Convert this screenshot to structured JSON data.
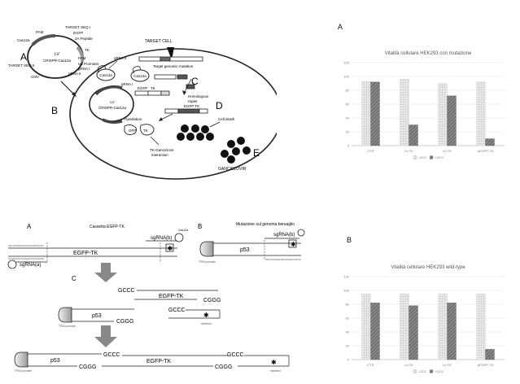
{
  "figure1": {
    "panel_letters": [
      "A",
      "B",
      "C",
      "D",
      "E"
    ],
    "vector_labels": [
      "PAM",
      "TARGET SEQ I",
      "EGFP",
      "2A Peptide",
      "TK",
      "Cas12a",
      "TARGET SEQ II",
      "LV",
      "CRISPR-Cas12a",
      "PAM",
      "U6 Promoter",
      "gRNA I",
      "gRNA II",
      "CMV"
    ],
    "cell_labels": {
      "target_cell": "TARGET CELL",
      "genomic_mutation": "Target genomic mutation",
      "homologous_repair": "Homologous\nrepair",
      "translation": "Translation",
      "gfp": "GFP",
      "tk": "TK",
      "tk_gcv": "TK-Ganciclovir\ninteraction",
      "cell_death": "Cell death",
      "ganciclovir": "GANCICLOVIR",
      "egfp": "EGFP",
      "tk_small": "TK",
      "egfp_tk": "EGFP TK",
      "lv": "LV",
      "crispr": "CRISPR-Cas12a",
      "cas12a_a": "Cas12a",
      "cas12a_b": "Cas12a",
      "grna_i": "gRNA I",
      "grna_ii": "gRNA II"
    }
  },
  "figure2": {
    "panel_a_letter": "A",
    "panel_b_letter": "B",
    "panel_c_letter": "C",
    "cassette_title": "Cassetta EGFP-TK",
    "genome_title": "Mutazione sul genoma bersaglio",
    "sgrna_a": "sgRNA(a)",
    "sgrna_b": "sgRNA(b)",
    "egfp_tk": "EGFP-TK",
    "p53": "p53",
    "gccc": "GCCC",
    "cggg": "CGGG",
    "cas12a": "Cas12a",
    "promoter": "TP53 promoter",
    "indel": "indel/mut",
    "seq_top": "GACTCTAGGGTACCCAGGCTGCCC",
    "seq_bottom": "CTGAGATCCCATGGGTCCGACGGG"
  },
  "charts": [
    {
      "letter": "A",
      "chart_data": {
        "type": "bar",
        "title": "Vitalità cellulare HEK293 con mutazione",
        "categories": [
          "CTR",
          "LV-TK",
          "LV-TK",
          "pEGFP-TK"
        ],
        "series": [
          {
            "name": "-GCV",
            "values": [
              93,
              96,
              90,
              92
            ]
          },
          {
            "name": "+GCV",
            "values": [
              92,
              30,
              72,
              10
            ]
          }
        ],
        "yticks": [
          0,
          20,
          40,
          60,
          80,
          100,
          120
        ],
        "ylim": [
          0,
          120
        ],
        "legend": "bottom"
      }
    },
    {
      "letter": "B",
      "chart_data": {
        "type": "bar",
        "title": "Vitalità cellulare HEK293 wild-type",
        "categories": [
          "CTR",
          "LV-TK",
          "LV-TK",
          "pEGFP-TK"
        ],
        "series": [
          {
            "name": "-GCV",
            "values": [
              95,
              95,
              95,
              95
            ]
          },
          {
            "name": "+GCV",
            "values": [
              82,
              78,
              82,
              15
            ]
          }
        ],
        "yticks": [
          0,
          20,
          40,
          60,
          80,
          100,
          120
        ],
        "ylim": [
          0,
          120
        ],
        "legend": "bottom"
      }
    }
  ]
}
